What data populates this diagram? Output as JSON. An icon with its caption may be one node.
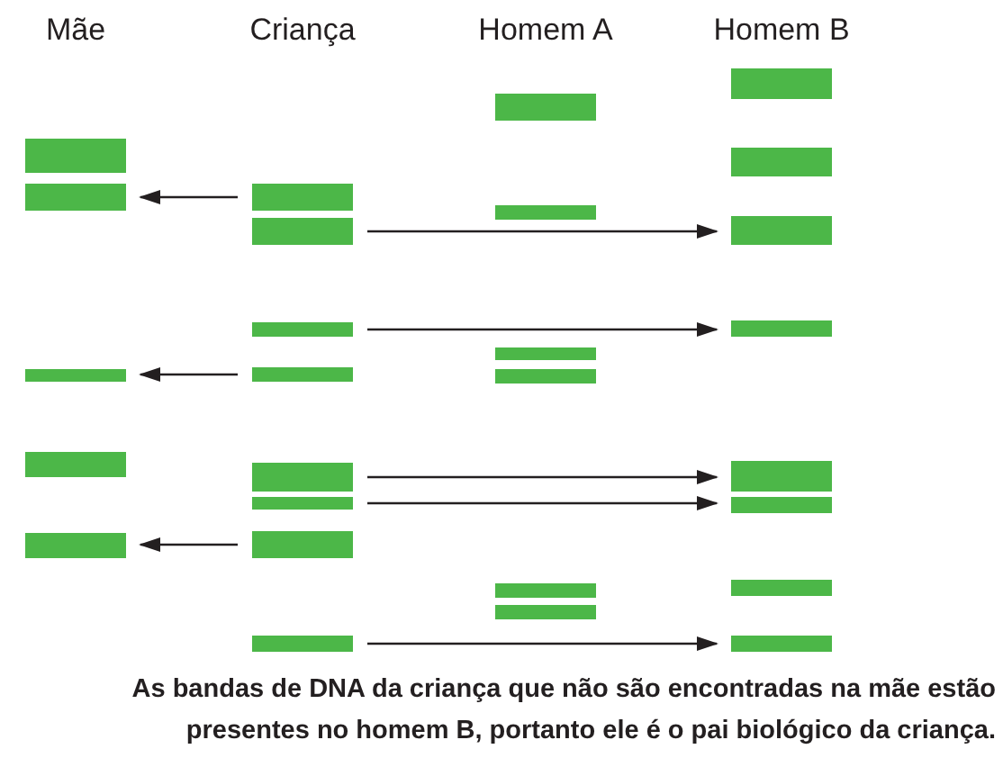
{
  "diagram": {
    "caption": "As bandas de DNA da criança que não são encontradas na mãe estão presentes no homem B, portanto ele é o pai biológico da criança.",
    "nodes": [
      {
        "text": [],
        "shape": "bar"
      },
      {
        "text": [],
        "shape": "bar"
      },
      {
        "text": [],
        "shape": "bar"
      },
      {
        "text": [],
        "shape": "bar"
      },
      {
        "text": [],
        "shape": "bar"
      },
      {
        "text": [],
        "shape": "bar"
      },
      {
        "text": [],
        "shape": "bar"
      },
      {
        "text": [],
        "shape": "bar"
      },
      {
        "text": [],
        "shape": "bar"
      },
      {
        "text": [],
        "shape": "bar"
      },
      {
        "text": [],
        "shape": "bar"
      },
      {
        "text": [],
        "shape": "bar"
      },
      {
        "text": [],
        "shape": "bar"
      },
      {
        "text": [],
        "shape": "bar"
      },
      {
        "text": [],
        "shape": "bar"
      },
      {
        "text": [],
        "shape": "bar"
      },
      {
        "text": [],
        "shape": "bar"
      },
      {
        "text": [],
        "shape": "bar"
      },
      {
        "text": [],
        "shape": "bar"
      },
      {
        "text": [],
        "shape": "bar"
      },
      {
        "text": [],
        "shape": "bar"
      },
      {
        "text": [],
        "shape": "bar"
      },
      {
        "text": [],
        "shape": "bar"
      },
      {
        "text": [],
        "shape": "bar"
      },
      {
        "text": [],
        "shape": "bar"
      },
      {
        "text": [],
        "shape": "bar"
      },
      {
        "text": [],
        "shape": "bar"
      }
    ],
    "edges": [
      {
        "from": 5,
        "to": 1,
        "arrow": "to"
      },
      {
        "from": 6,
        "to": 21,
        "arrow": "to"
      },
      {
        "from": 7,
        "to": 22,
        "arrow": "to"
      },
      {
        "from": 8,
        "to": 2,
        "arrow": "to"
      },
      {
        "from": 9,
        "to": 23,
        "arrow": "to"
      },
      {
        "from": 10,
        "to": 24,
        "arrow": "to"
      },
      {
        "from": 11,
        "to": 4,
        "arrow": "to"
      },
      {
        "from": 12,
        "to": 26,
        "arrow": "to"
      }
    ],
    "labels": [
      "Mãe",
      "Criança",
      "Homem A",
      "Homem B"
    ]
  }
}
